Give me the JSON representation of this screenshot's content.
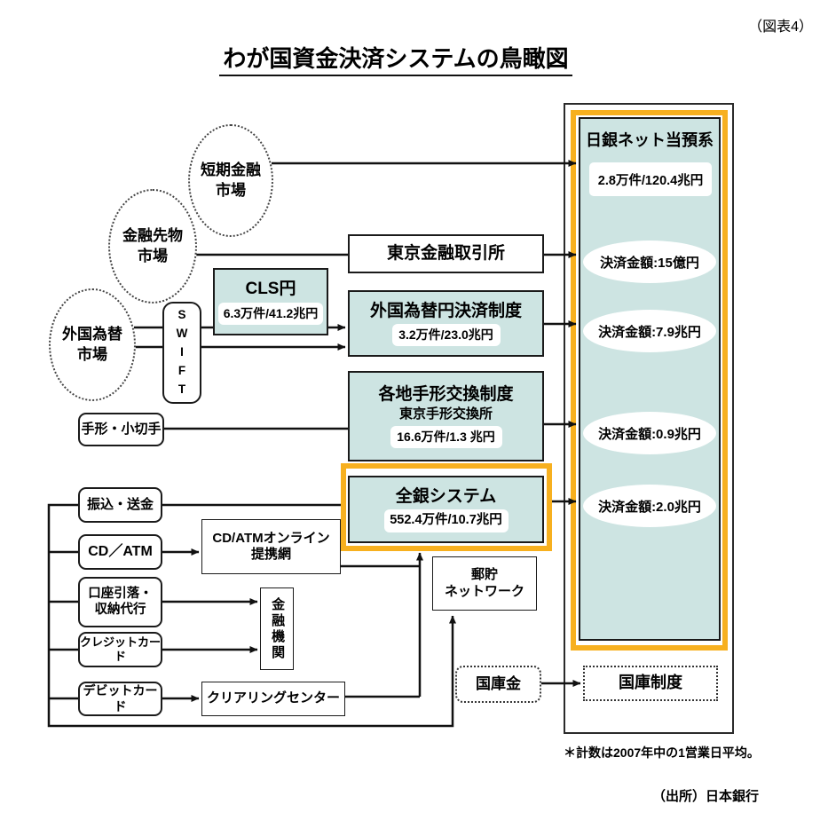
{
  "figure_label": "（図表4）",
  "title": "わが国資金決済システムの鳥瞰図",
  "markets": {
    "tanki": "短期金融\n市場",
    "sakimono": "金融先物\n市場",
    "kawase": "外国為替\n市場"
  },
  "swift": "S\nW\nI\nF\nT",
  "cls": {
    "title": "CLS円",
    "stat": "6.3万件/41.2兆円"
  },
  "tokyo_kinyu": "東京金融取引所",
  "gaitame": {
    "title": "外国為替円決済制度",
    "stat": "3.2万件/23.0兆円"
  },
  "tegata_koukan": {
    "title": "各地手形交換制度",
    "subtitle": "東京手形交換所",
    "stat": "16.6万件/1.3 兆円"
  },
  "zengin": {
    "title": "全銀システム",
    "stat": "552.4万件/10.7兆円"
  },
  "tegata_kogitte": "手形・小切手",
  "retail": {
    "furikomi": "振込・送金",
    "cdatm": "CD／ATM",
    "kouza": "口座引落・\n収納代行",
    "credit": "クレジットカード",
    "debit": "デビットカード"
  },
  "cdatm_online": "CD/ATMオンライン\n提携網",
  "kinyu_kikan": "金融機関",
  "clearing_center": "クリアリングセンター",
  "yucho": "郵貯\nネットワーク",
  "kokkokin": "国庫金",
  "kokko_seido": "国庫制度",
  "bojnet": {
    "title": "日銀ネット当預系",
    "stat": "2.8万件/120.4兆円",
    "settle_1": "決済金額:15億円",
    "settle_2": "決済金額:7.9兆円",
    "settle_3": "決済金額:0.9兆円",
    "settle_4": "決済金額:2.0兆円"
  },
  "footnote": "＊計数は2007年中の1営業日平均。",
  "source": "（出所）日本銀行",
  "colors": {
    "teal": "#cde4e2",
    "highlight_orange": "#f7b01f"
  }
}
